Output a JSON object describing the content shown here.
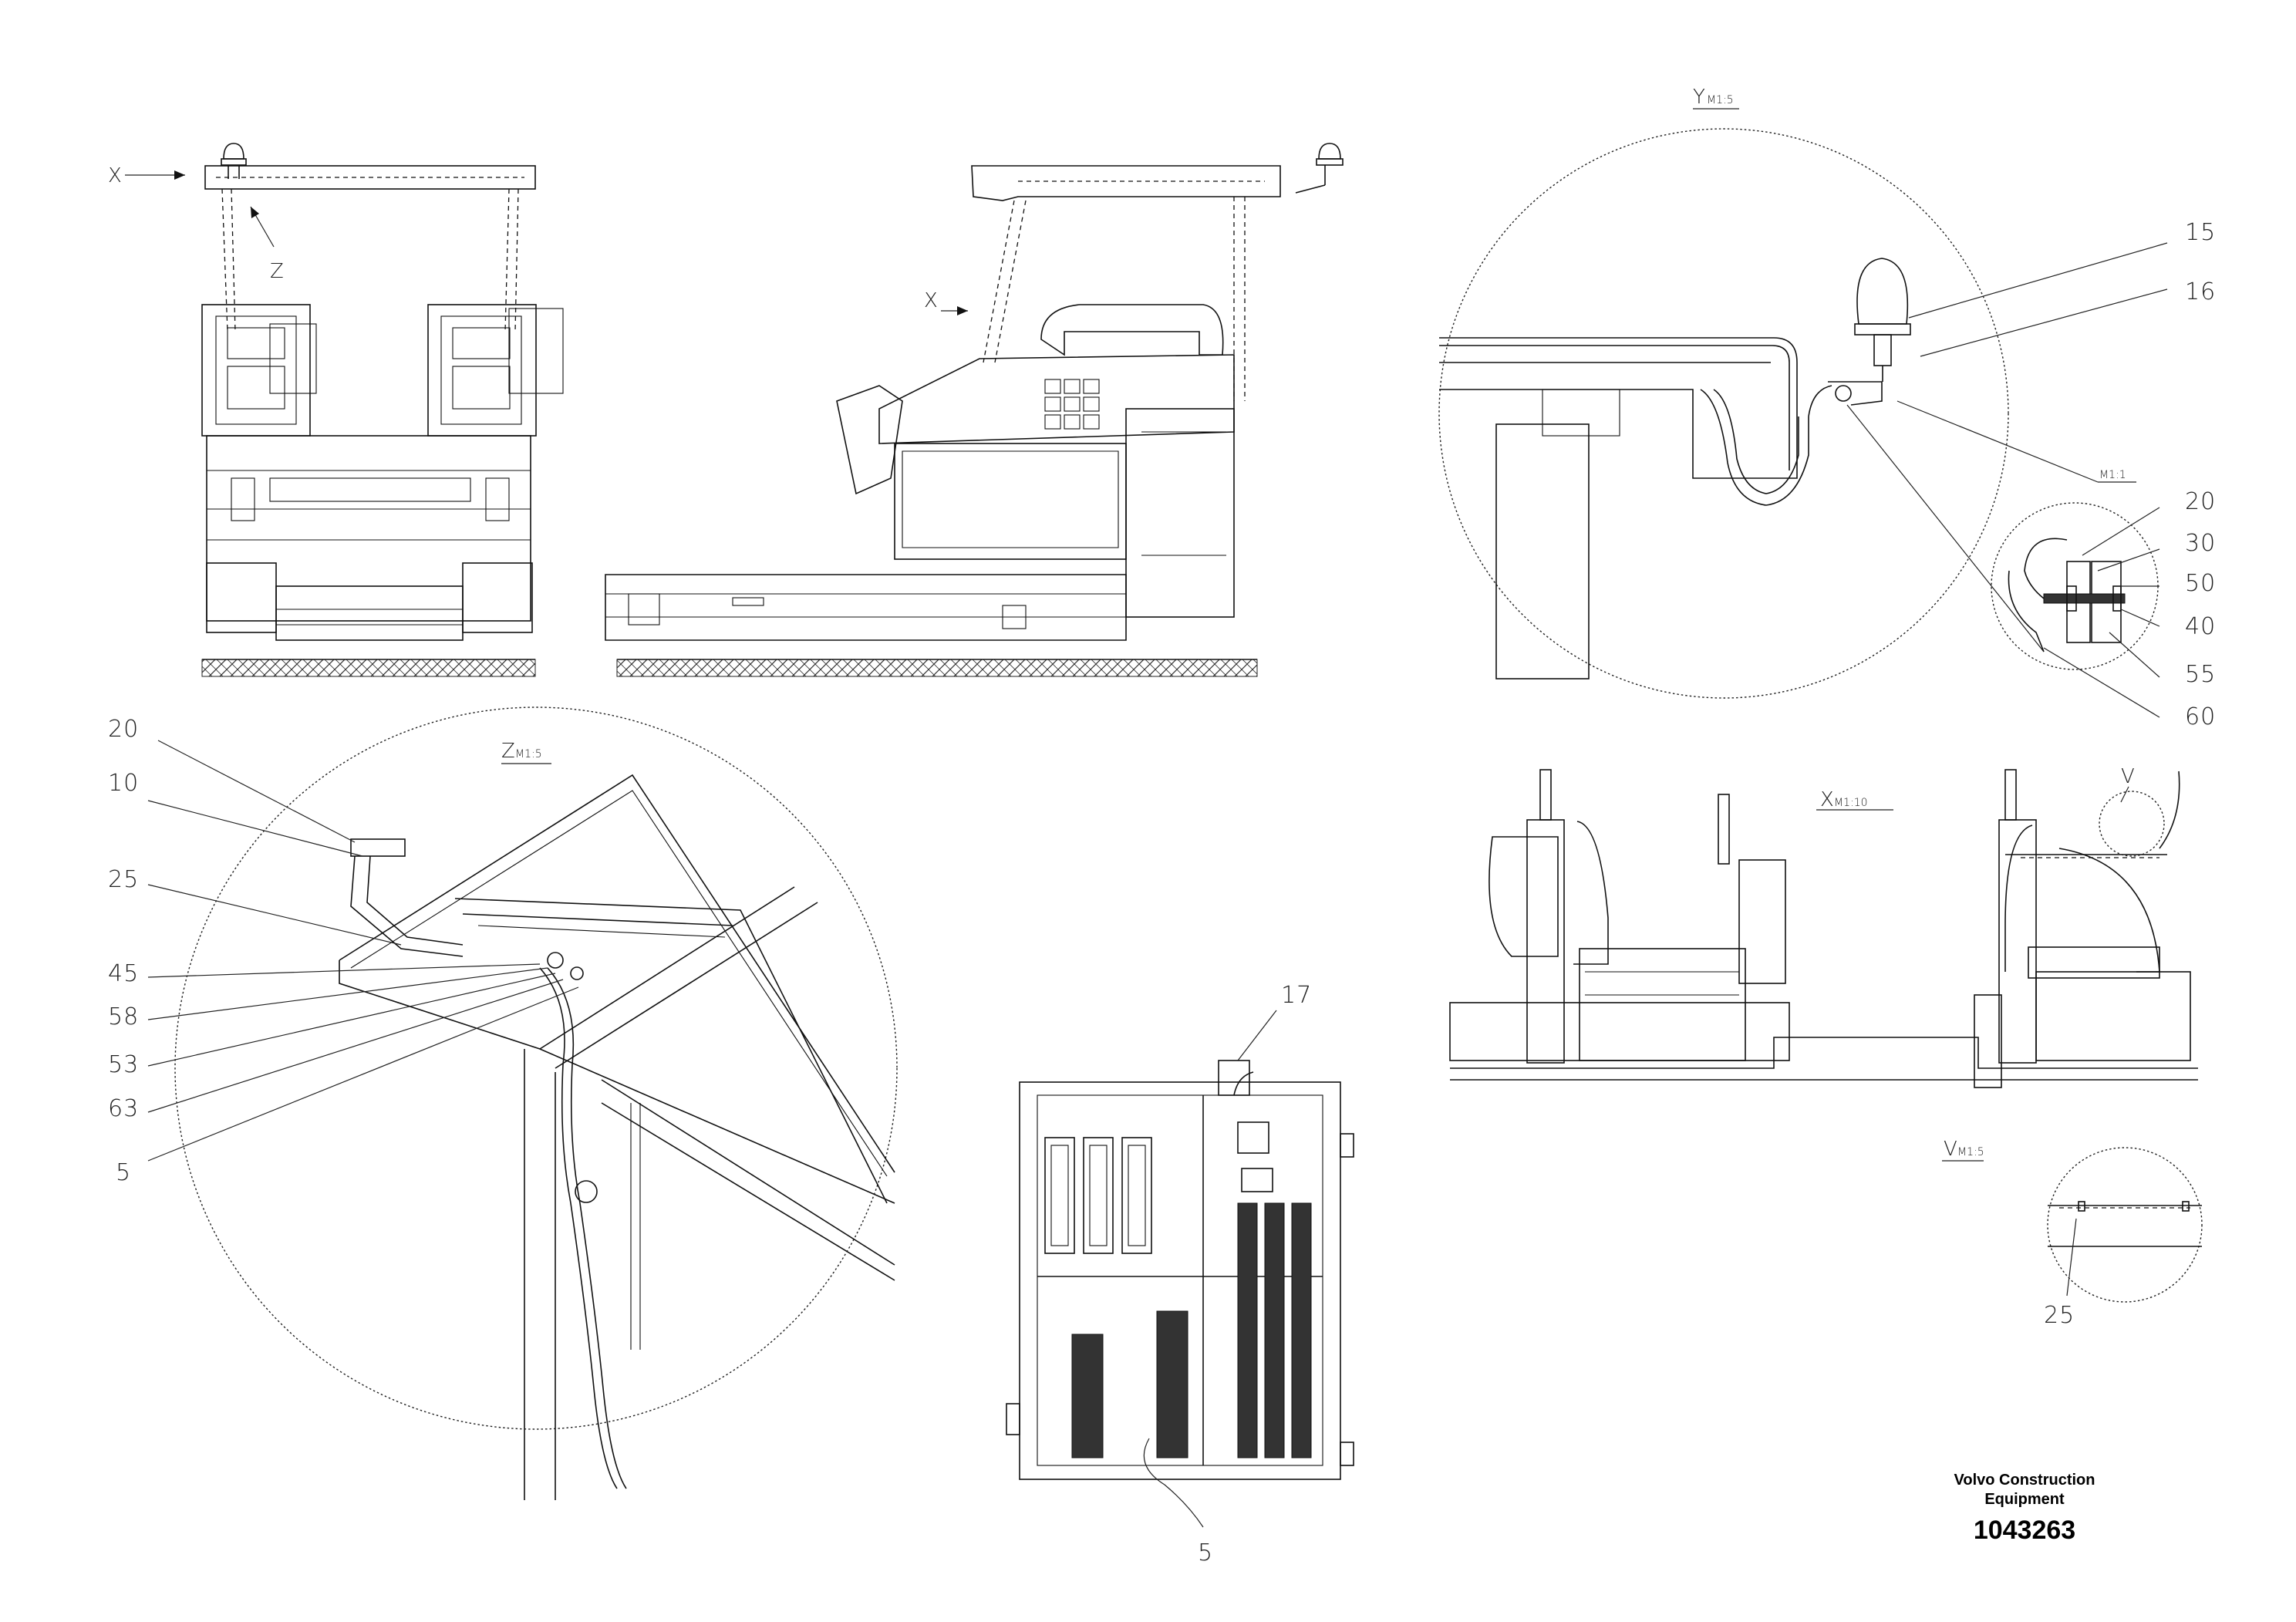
{
  "drawing": {
    "part_number": "1043263",
    "company_line1": "Volvo Construction",
    "company_line2": "Equipment"
  },
  "views": {
    "x_marker_front": "X",
    "x_marker_side": "X",
    "z_marker": "Z",
    "y": {
      "letter": "Y",
      "scale": "M1:5"
    },
    "y_sub": {
      "scale": "M1:1"
    },
    "z": {
      "letter": "Z",
      "scale": "M1:5"
    },
    "x": {
      "letter": "X",
      "scale": "M1:10"
    },
    "v": {
      "letter": "V",
      "scale": "M1:5"
    },
    "v_marker": "V"
  },
  "callouts": {
    "y": [
      "15",
      "16",
      "20",
      "30",
      "50",
      "40",
      "55",
      "60"
    ],
    "z": [
      "20",
      "10",
      "25",
      "45",
      "58",
      "53",
      "63",
      "5"
    ],
    "box": [
      "17",
      "5"
    ],
    "v": [
      "25"
    ]
  }
}
